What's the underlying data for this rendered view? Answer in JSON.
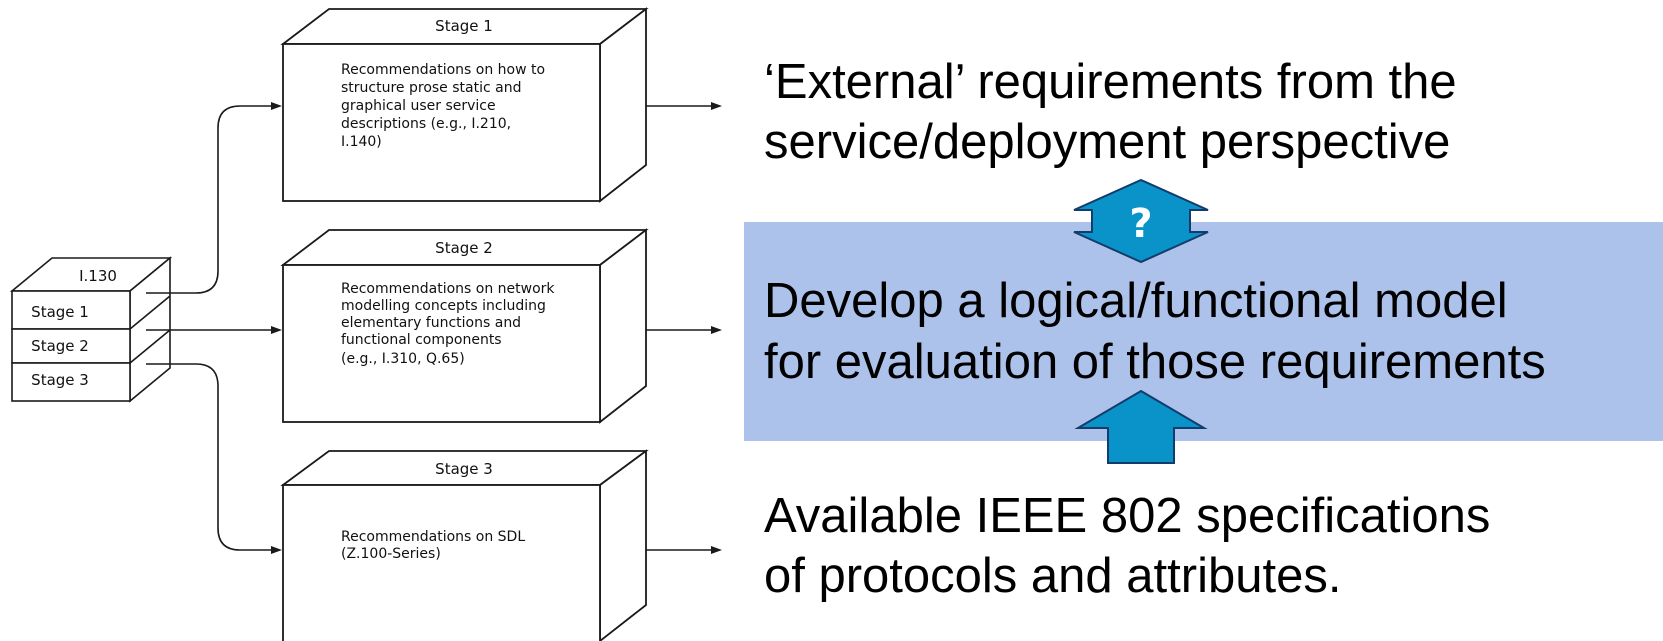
{
  "stack": {
    "top_label": "I.130",
    "rows": [
      "Stage 1",
      "Stage 2",
      "Stage 3"
    ]
  },
  "boxes": [
    {
      "title": "Stage 1",
      "body": [
        "Recommendations on how to",
        "structure prose static and",
        "graphical user service",
        "descriptions (e.g., I.210,",
        "I.140)"
      ]
    },
    {
      "title": "Stage 2",
      "body": [
        "Recommendations on network",
        "modelling concepts including",
        "elementary functions and",
        "functional components",
        "(e.g., I.310, Q.65)"
      ]
    },
    {
      "title": "Stage 3",
      "body": [
        "Recommendations on SDL",
        "(Z.100-Series)"
      ]
    }
  ],
  "right": {
    "top_lines": [
      "‘External’ requirements from the",
      "service/deployment perspective"
    ],
    "middle_lines": [
      "Develop a logical/functional model",
      "for evaluation of those requirements"
    ],
    "bottom_lines": [
      "Available IEEE 802 specifications",
      "of protocols and attributes."
    ],
    "question_mark": "?"
  },
  "colors": {
    "band": "#adc2ea",
    "arrow_fill": "#0a93c9",
    "arrow_stroke": "#123c6b"
  }
}
